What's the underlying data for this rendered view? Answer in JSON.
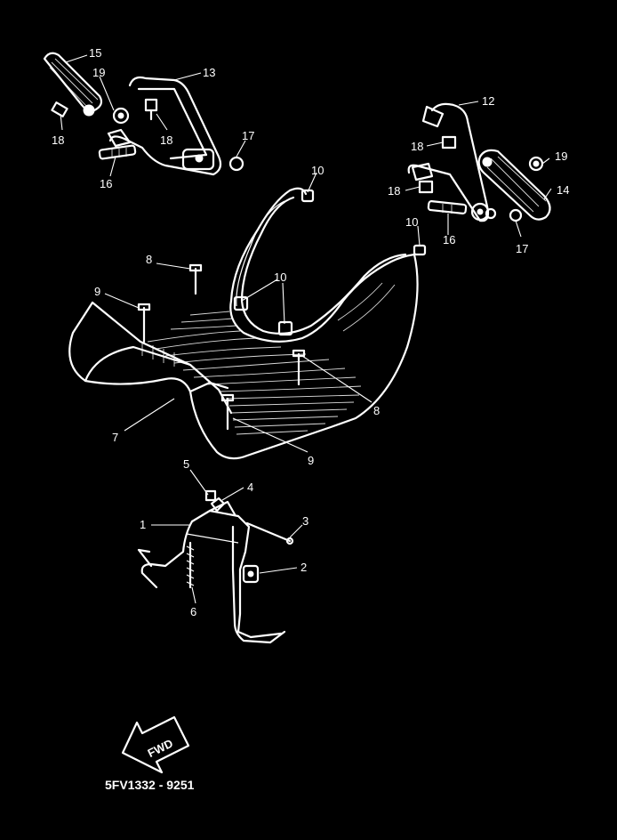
{
  "drawing_code": "5FV1332 - 9251",
  "fwd_label": "FWD",
  "callouts": [
    {
      "id": "c15a",
      "text": "15"
    },
    {
      "id": "c19a",
      "text": "19"
    },
    {
      "id": "c13",
      "text": "13"
    },
    {
      "id": "c18a",
      "text": "18"
    },
    {
      "id": "c18b",
      "text": "18"
    },
    {
      "id": "c17a",
      "text": "17"
    },
    {
      "id": "c16a",
      "text": "16"
    },
    {
      "id": "c10a",
      "text": "10"
    },
    {
      "id": "c12",
      "text": "12"
    },
    {
      "id": "c18c",
      "text": "18"
    },
    {
      "id": "c19b",
      "text": "19"
    },
    {
      "id": "c18d",
      "text": "18"
    },
    {
      "id": "c14",
      "text": "14"
    },
    {
      "id": "c10b",
      "text": "10"
    },
    {
      "id": "c16b",
      "text": "16"
    },
    {
      "id": "c17b",
      "text": "17"
    },
    {
      "id": "c8a",
      "text": "8"
    },
    {
      "id": "c10c",
      "text": "10"
    },
    {
      "id": "c9a",
      "text": "9"
    },
    {
      "id": "c8b",
      "text": "8"
    },
    {
      "id": "c7",
      "text": "7"
    },
    {
      "id": "c9b",
      "text": "9"
    },
    {
      "id": "c5",
      "text": "5"
    },
    {
      "id": "c4",
      "text": "4"
    },
    {
      "id": "c1",
      "text": "1"
    },
    {
      "id": "c3",
      "text": "3"
    },
    {
      "id": "c2",
      "text": "2"
    },
    {
      "id": "c6",
      "text": "6"
    }
  ]
}
